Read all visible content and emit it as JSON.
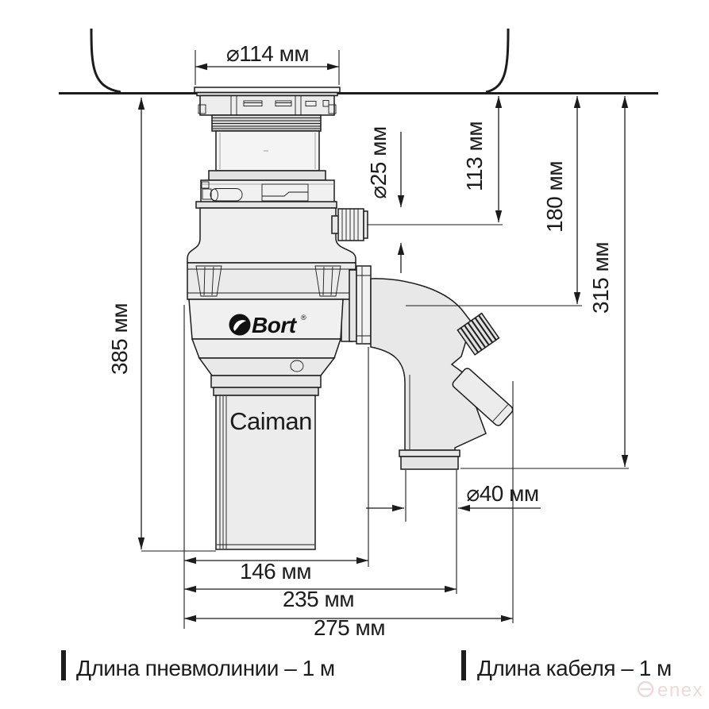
{
  "page": {
    "background": "#ffffff",
    "line_color": "#1c1c1c",
    "accent_watermark_color": "#ecd9d9"
  },
  "product": {
    "brand": "Bort",
    "brand_mark": "®",
    "model": "Caiman"
  },
  "dimensions": {
    "flange_diameter": "⌀114 мм",
    "overall_height": "385 мм",
    "depth_to_pneumo_port": "113 мм",
    "depth_to_outlet": "180 мм",
    "overall_depth_below_sink": "315 мм",
    "pneumo_port_diameter": "⌀25 мм",
    "outlet_diameter": "⌀40 мм",
    "body_width": "146 мм",
    "width_to_drain_pipe": "235 мм",
    "overall_width": "275 мм"
  },
  "notes": {
    "pneumo_line": "Длина пневмолинии – 1 м",
    "cable": "Длина кабеля – 1 м"
  },
  "watermark": {
    "text": "enex"
  }
}
